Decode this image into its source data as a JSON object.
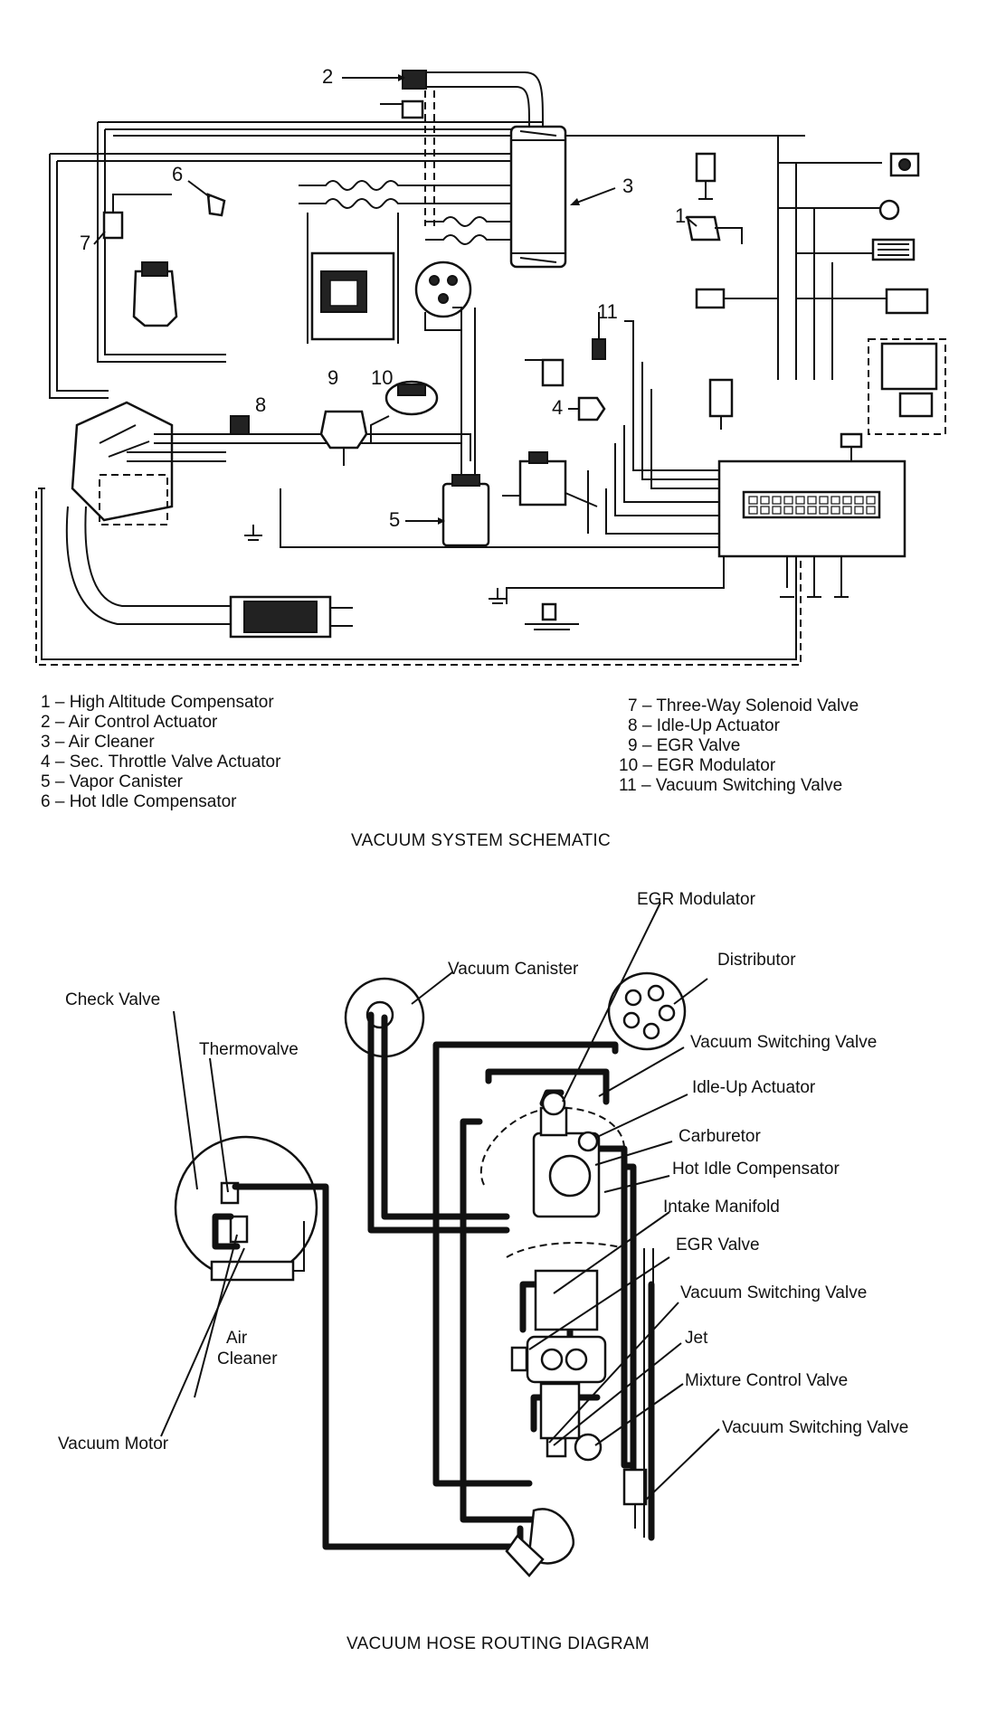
{
  "schematic": {
    "title": "VACUUM SYSTEM SCHEMATIC",
    "callouts": [
      "1",
      "2",
      "3",
      "4",
      "5",
      "6",
      "7",
      "8",
      "9",
      "10",
      "11"
    ],
    "legend_left": [
      "1 – High Altitude Compensator",
      "2 – Air Control Actuator",
      "3 – Air Cleaner",
      "4 – Sec. Throttle Valve Actuator",
      "5 – Vapor Canister",
      "6 – Hot Idle Compensator"
    ],
    "legend_right": [
      "7 – Three-Way Solenoid Valve",
      "8 – Idle-Up Actuator",
      "9 – EGR Valve",
      "10 – EGR Modulator",
      "11 – Vacuum Switching Valve"
    ]
  },
  "routing": {
    "title": "VACUUM HOSE ROUTING DIAGRAM",
    "labels": {
      "egr_modulator": "EGR Modulator",
      "vacuum_canister": "Vacuum Canister",
      "distributor": "Distributor",
      "check_valve": "Check Valve",
      "thermovalve": "Thermovalve",
      "vacuum_switching_valve_1": "Vacuum Switching Valve",
      "idle_up_actuator": "Idle-Up Actuator",
      "carburetor": "Carburetor",
      "hot_idle_compensator": "Hot Idle Compensator",
      "intake_manifold": "Intake Manifold",
      "egr_valve": "EGR Valve",
      "vacuum_switching_valve_2": "Vacuum Switching Valve",
      "air_cleaner_1": "Air",
      "air_cleaner_2": "Cleaner",
      "jet": "Jet",
      "mixture_control_valve": "Mixture Control Valve",
      "vacuum_motor": "Vacuum Motor",
      "vacuum_switching_valve_3": "Vacuum Switching Valve"
    }
  }
}
